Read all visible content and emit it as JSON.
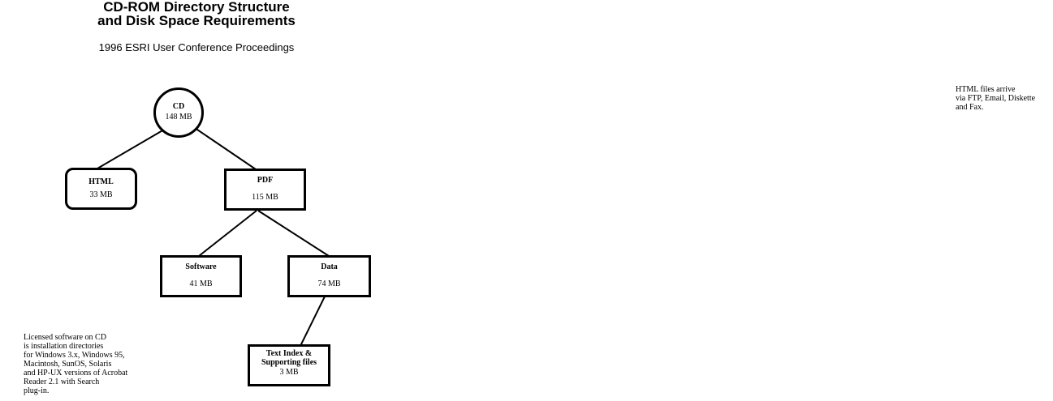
{
  "header": {
    "title_line1": "CD-ROM Directory Structure",
    "title_line2": "and Disk Space Requirements",
    "subtitle": "1996 ESRI User Conference Proceedings"
  },
  "tree": {
    "root": {
      "name": "CD",
      "size": "148 MB"
    },
    "html": {
      "name": "HTML",
      "size": "33 MB"
    },
    "pdf": {
      "name": "PDF",
      "size": "115 MB"
    },
    "software": {
      "name": "Software",
      "size": "41 MB"
    },
    "data": {
      "name": "Data",
      "size": "74 MB"
    },
    "text_index": {
      "name_line1": "Text Index &",
      "name_line2": "Supporting files",
      "size": "3 MB"
    }
  },
  "notes": {
    "html_files": "HTML files arrive\nvia FTP, Email, Diskette\nand Fax.",
    "licensed_software": "Licensed software on CD\nis installation directories\nfor Windows 3.x, Windows 95,\nMacintosh, SunOS, Solaris\nand HP-UX versions of Acrobat\nReader 2.1 with Search\nplug-in."
  }
}
